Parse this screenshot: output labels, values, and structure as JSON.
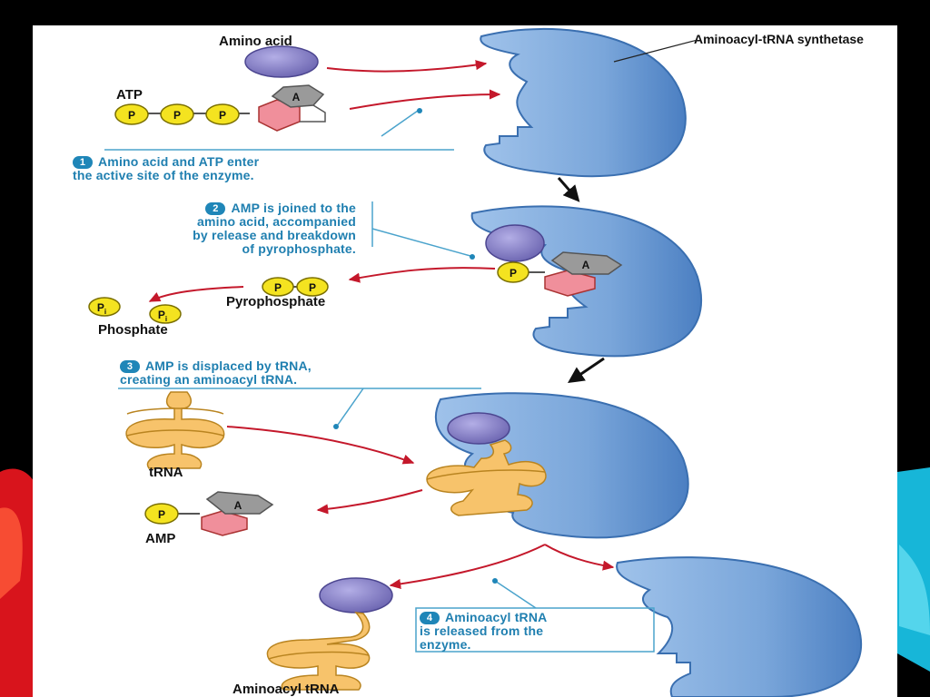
{
  "labels": {
    "amino_acid": "Amino acid",
    "atp": "ATP",
    "enzyme": "Aminoacyl-tRNA synthetase",
    "pyrophosphate": "Pyrophosphate",
    "phosphate": "Phosphate",
    "trna": "tRNA",
    "amp": "AMP",
    "aminoacyl_trna": "Aminoacyl tRNA"
  },
  "steps": [
    {
      "number": "1",
      "line1": "Amino acid and ATP enter",
      "line2": "the active site of the enzyme."
    },
    {
      "number": "2",
      "line1": "AMP is joined to the",
      "line2": "amino acid, accompanied",
      "line3": "by release and breakdown",
      "line4": "of pyrophosphate."
    },
    {
      "number": "3",
      "line1": "AMP is displaced by tRNA,",
      "line2": "creating an aminoacyl tRNA."
    },
    {
      "number": "4",
      "line1": "Aminoacyl tRNA",
      "line2": "is released from the",
      "line3": "enzyme."
    }
  ],
  "symbols": {
    "phosphate_group": "P",
    "adenine": "A",
    "inorganic_phosphate": "P",
    "inorganic_subscript": "i"
  },
  "colors": {
    "enzyme": "#7fa9dc",
    "enzyme_edge": "#3a6fb0",
    "amino_acid": "#8a84c8",
    "phosphate": "#f4e320",
    "ribose": "#f08f9b",
    "adenine": "#9a9a9a",
    "trna": "#f7c36b",
    "arrow": "#c4182b",
    "step_text": "#1f7fb0"
  }
}
